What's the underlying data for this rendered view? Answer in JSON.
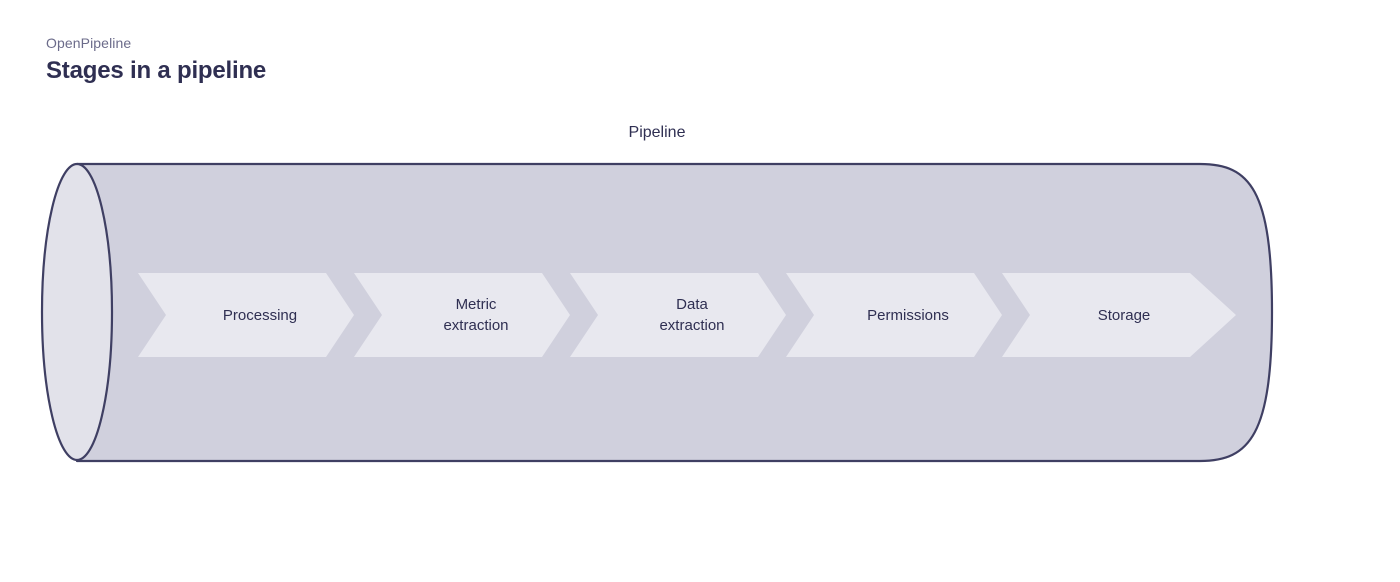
{
  "header": {
    "eyebrow": "OpenPipeline",
    "title": "Stages in a pipeline"
  },
  "diagram": {
    "container_label": "Pipeline",
    "stages": [
      {
        "label": "Processing"
      },
      {
        "label": "Metric\nextraction"
      },
      {
        "label": "Data\nextraction"
      },
      {
        "label": "Permissions"
      },
      {
        "label": "Storage"
      }
    ]
  },
  "colors": {
    "background": "#ffffff",
    "cylinder_body": "#d0d0dd",
    "cylinder_cap": "#e2e2ea",
    "cylinder_stroke": "#3f3f63",
    "chevron_fill": "#e8e8ef",
    "text_dark": "#2f2f52",
    "text_muted": "#6b6b8a"
  }
}
